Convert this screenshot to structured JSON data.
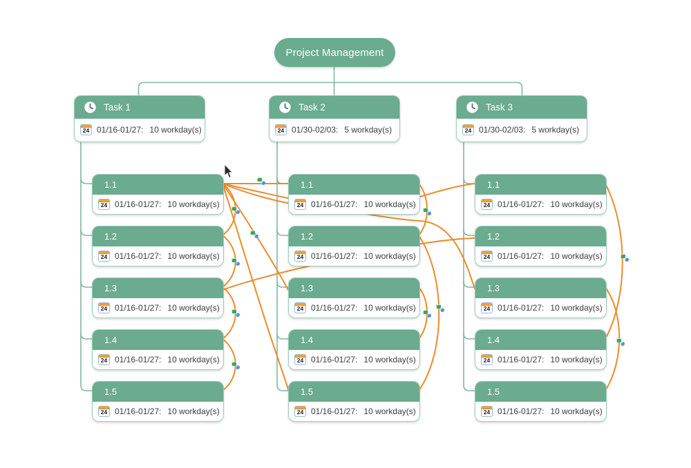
{
  "diagram": {
    "root": {
      "label": "Project Management"
    },
    "calendar_icon_label": "24",
    "tasks": [
      {
        "label": "Task 1",
        "dates": "01/16-01/27:",
        "duration": "10 workday(s)",
        "subtasks": [
          {
            "label": "1.1",
            "dates": "01/16-01/27:",
            "duration": "10 workday(s)"
          },
          {
            "label": "1.2",
            "dates": "01/16-01/27:",
            "duration": "10 workday(s)"
          },
          {
            "label": "1.3",
            "dates": "01/16-01/27:",
            "duration": "10 workday(s)"
          },
          {
            "label": "1.4",
            "dates": "01/16-01/27:",
            "duration": "10 workday(s)"
          },
          {
            "label": "1.5",
            "dates": "01/16-01/27:",
            "duration": "10 workday(s)"
          }
        ]
      },
      {
        "label": "Task 2",
        "dates": "01/30-02/03:",
        "duration": "5 workday(s)",
        "subtasks": [
          {
            "label": "1.1",
            "dates": "01/16-01/27:",
            "duration": "10 workday(s)"
          },
          {
            "label": "1.2",
            "dates": "01/16-01/27:",
            "duration": "10 workday(s)"
          },
          {
            "label": "1.3",
            "dates": "01/16-01/27:",
            "duration": "10 workday(s)"
          },
          {
            "label": "1.4",
            "dates": "01/16-01/27:",
            "duration": "10 workday(s)"
          },
          {
            "label": "1.5",
            "dates": "01/16-01/27:",
            "duration": "10 workday(s)"
          }
        ]
      },
      {
        "label": "Task 3",
        "dates": "01/30-02/03:",
        "duration": "5 workday(s)",
        "subtasks": [
          {
            "label": "1.1",
            "dates": "01/16-01/27:",
            "duration": "10 workday(s)"
          },
          {
            "label": "1.2",
            "dates": "01/16-01/27:",
            "duration": "10 workday(s)"
          },
          {
            "label": "1.3",
            "dates": "01/16-01/27:",
            "duration": "10 workday(s)"
          },
          {
            "label": "1.4",
            "dates": "01/16-01/27:",
            "duration": "10 workday(s)"
          },
          {
            "label": "1.5",
            "dates": "01/16-01/27:",
            "duration": "10 workday(s)"
          }
        ]
      }
    ],
    "dependencies": [
      {
        "from": "Task1/1.1",
        "to": "Task2/1.1"
      },
      {
        "from": "Task1/1.1",
        "to": "Task2/1.3"
      },
      {
        "from": "Task1/1.1",
        "to": "Task2/1.5"
      },
      {
        "from": "Task1/1.1",
        "to": "Task3/1.1"
      },
      {
        "from": "Task1/1.1",
        "to": "Task3/1.3"
      },
      {
        "from": "Task1/1.3",
        "to": "Task3/1.2"
      },
      {
        "from": "Task1/1.1",
        "to": "Task1/1.2"
      },
      {
        "from": "Task1/1.2",
        "to": "Task1/1.3"
      },
      {
        "from": "Task1/1.3",
        "to": "Task1/1.4"
      },
      {
        "from": "Task1/1.4",
        "to": "Task1/1.5"
      },
      {
        "from": "Task2/1.1",
        "to": "Task2/1.2"
      },
      {
        "from": "Task2/1.3",
        "to": "Task2/1.4"
      },
      {
        "from": "Task2/1.2",
        "to": "Task2/1.5"
      },
      {
        "from": "Task3/1.1",
        "to": "Task3/1.4"
      },
      {
        "from": "Task3/1.3",
        "to": "Task3/1.5"
      }
    ],
    "colors": {
      "node_green": "#6bab90",
      "connector_green": "#82b6a2",
      "dependency_orange": "#ee8a28",
      "marker_green": "#3ba55b",
      "marker_blue": "#4c8fdd",
      "calendar_orange": "#f7a12c"
    }
  }
}
